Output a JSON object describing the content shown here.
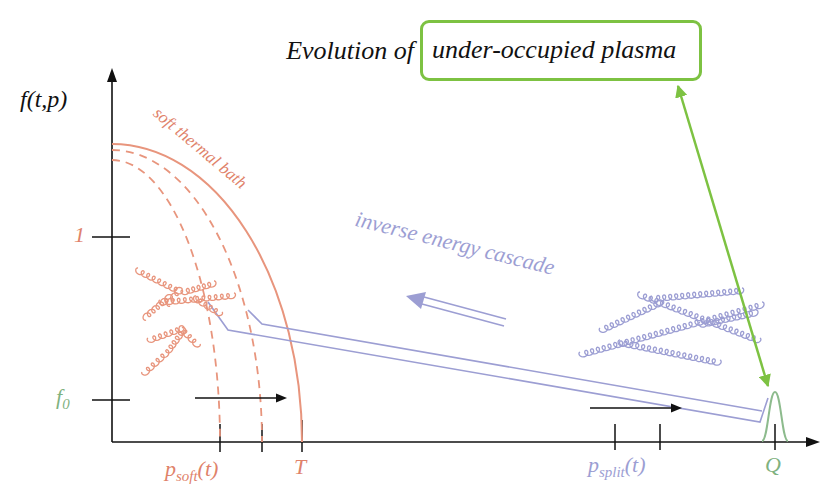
{
  "diagram": {
    "nodes": [
      {
        "text": [
          "under-occupied plasma"
        ]
      }
    ],
    "labels": [
      "Evolution of",
      "f(t,p)",
      "soft thermal bath",
      "1",
      "f",
      "0",
      "inverse energy cascade",
      "p",
      "soft",
      "(t)",
      "T",
      "p",
      "split",
      "(t)",
      "Q"
    ]
  }
}
